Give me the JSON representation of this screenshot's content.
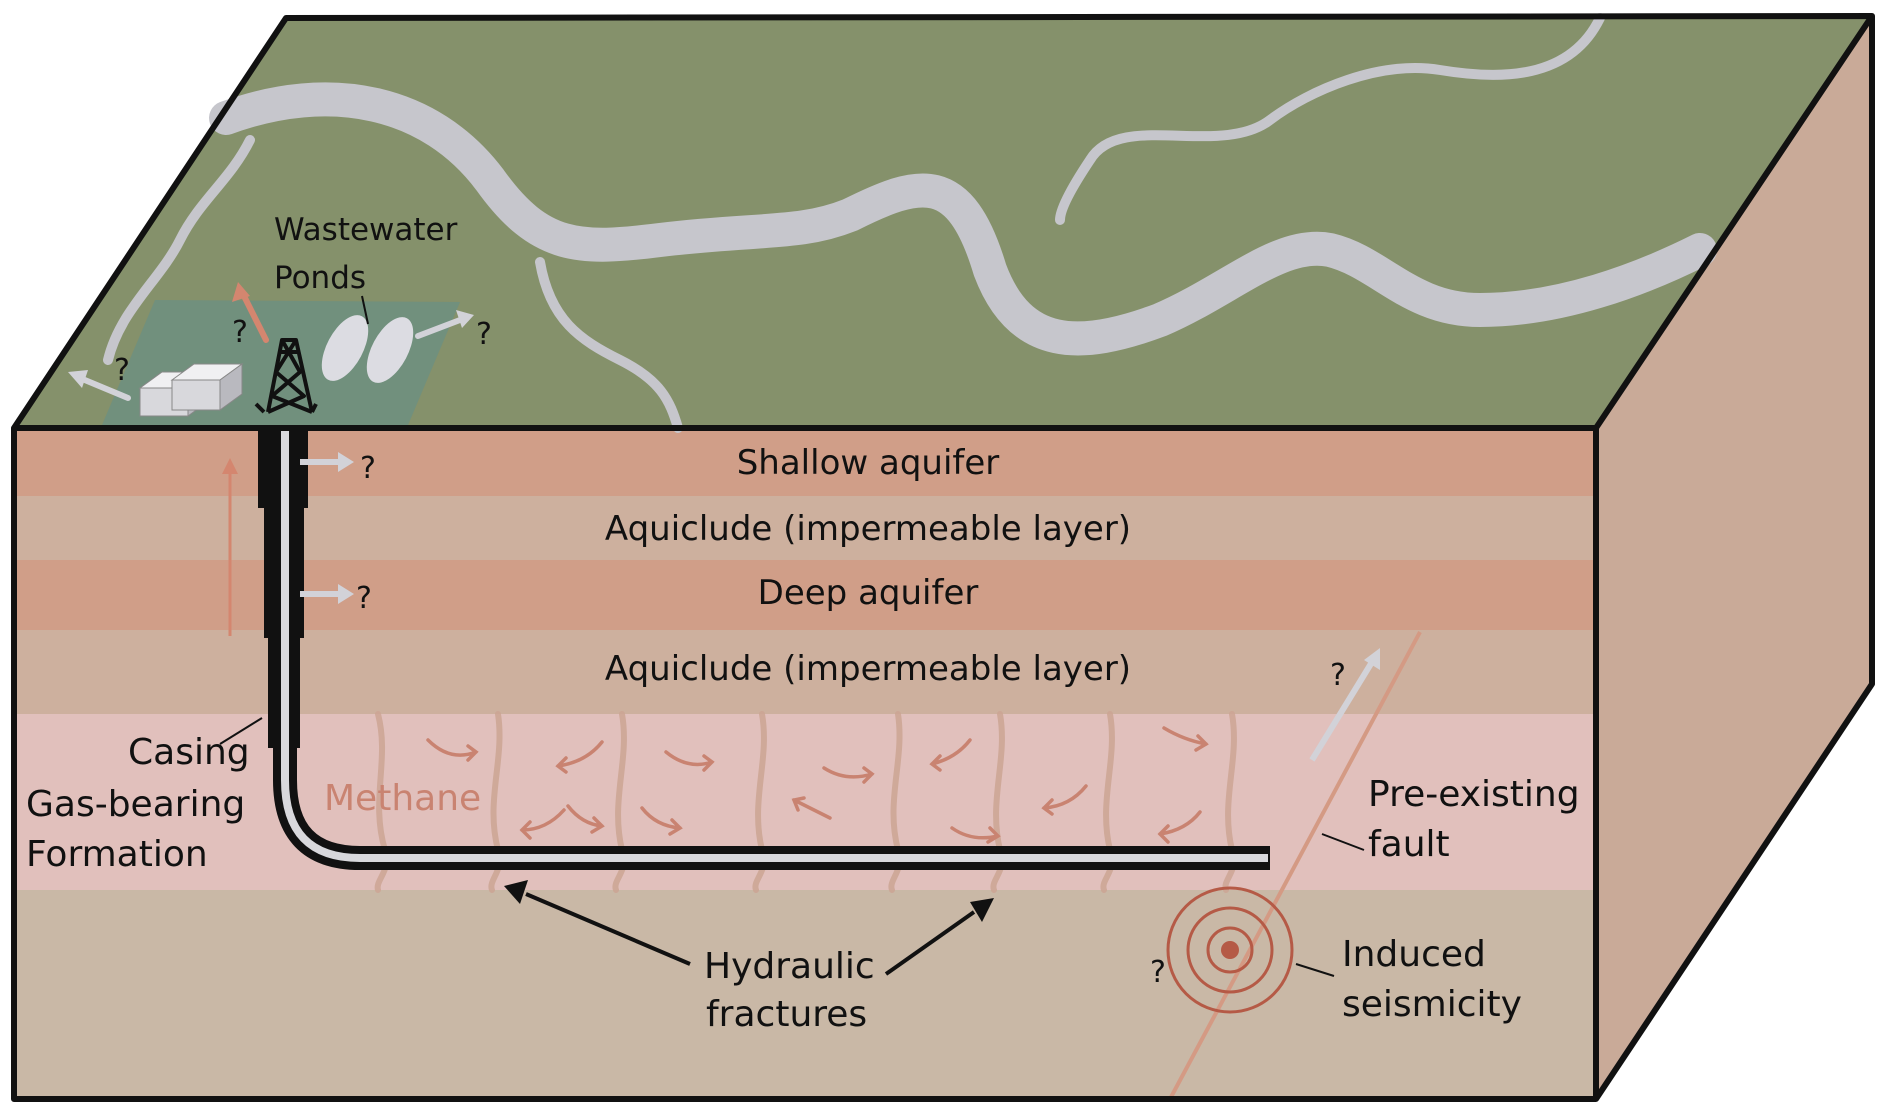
{
  "colors": {
    "surface": "#85916b",
    "river": "#c6c6cc",
    "right_face": "#c9aa98",
    "shallow_aquifer": "#d09e88",
    "aquiclude": "#cdb09e",
    "deep_aquifer": "#d09e88",
    "gas_formation": "#e1c0bc",
    "bedrock": "#c9b8a6",
    "pad": "#6d8f80",
    "methane": "#c98371",
    "fault": "#d49a84",
    "fracture": "#cca594",
    "seismic": "#b55a46",
    "leak_arrow_gray": "#d2d2d8",
    "leak_arrow_red": "#d4866f"
  },
  "layers": {
    "shallow_aquifer": "Shallow aquifer",
    "aquiclude_upper": "Aquiclude (impermeable layer)",
    "deep_aquifer": "Deep aquifer",
    "aquiclude_lower": "Aquiclude (impermeable layer)"
  },
  "labels": {
    "wastewater_line1": "Wastewater",
    "wastewater_line2": "Ponds",
    "casing": "Casing",
    "formation_line1": "Gas-bearing",
    "formation_line2": "Formation",
    "methane": "Methane",
    "fault_line1": "Pre-existing",
    "fault_line2": "fault",
    "fractures_line1": "Hydraulic",
    "fractures_line2": "fractures",
    "seismicity_line1": "Induced",
    "seismicity_line2": "seismicity"
  },
  "unknown_marker": "?",
  "icons": {
    "drill_rig": "drill-rig-icon",
    "storage_tanks": "storage-tanks-icon",
    "wastewater_ponds": "wastewater-ponds-icon",
    "seismic_rings": "seismic-rings-icon"
  }
}
